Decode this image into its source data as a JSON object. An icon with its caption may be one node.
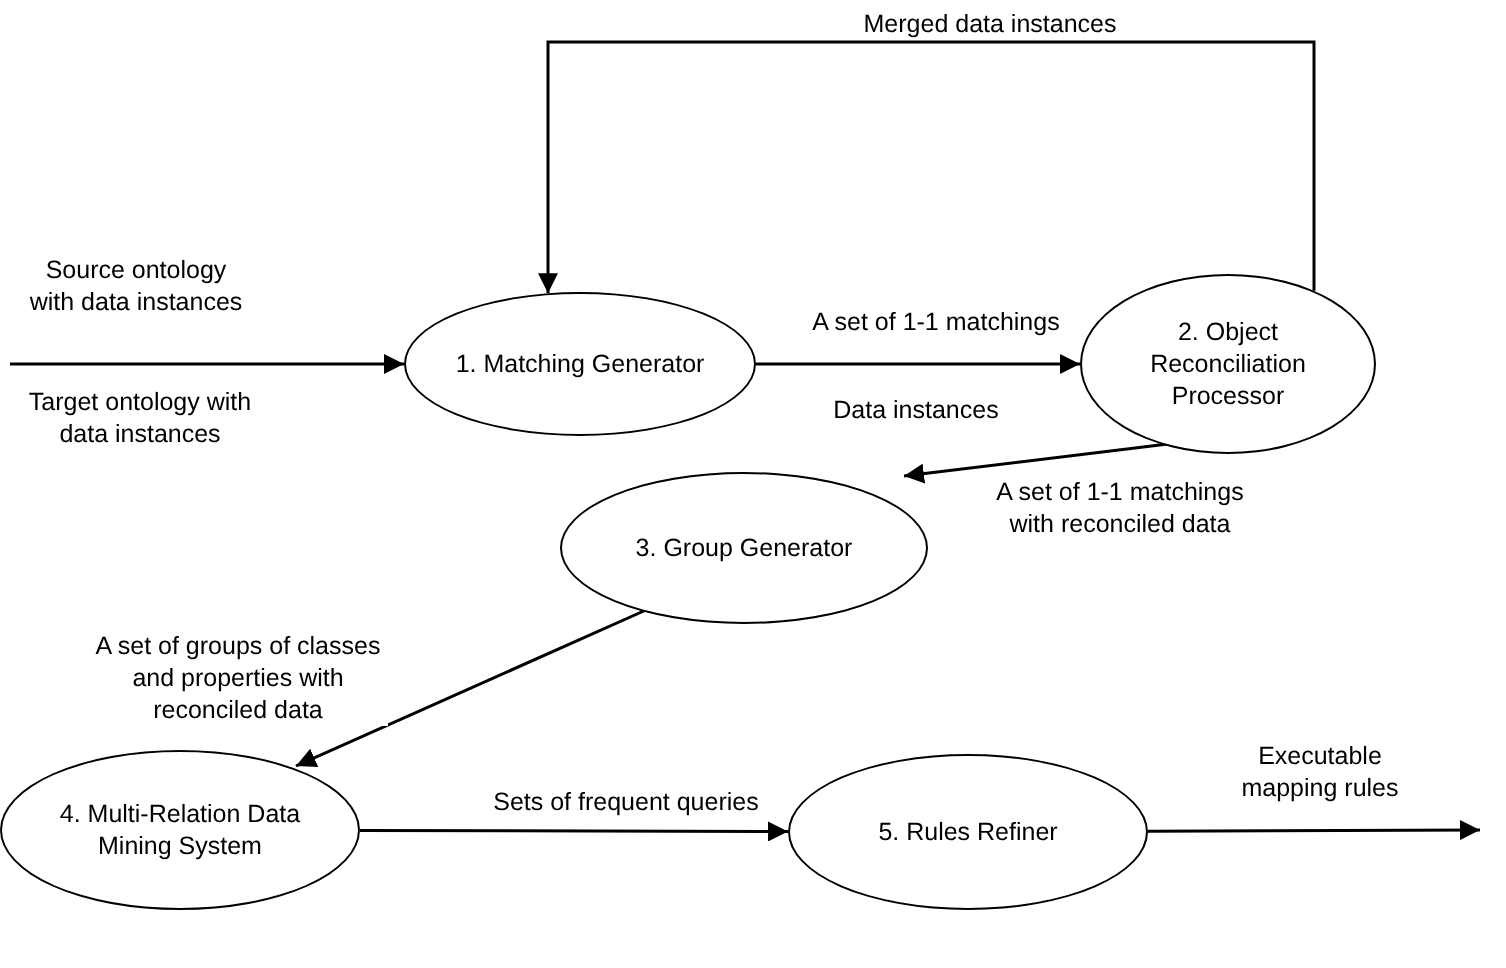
{
  "diagram": {
    "nodes": [
      {
        "text": [
          "1. Matching Generator"
        ]
      },
      {
        "text": [
          "2. Object Reconciliation Processor"
        ]
      },
      {
        "text": [
          "3. Group Generator"
        ]
      },
      {
        "text": [
          "4. Multi-Relation Data Mining System"
        ]
      },
      {
        "text": [
          "5. Rules Refiner"
        ]
      }
    ],
    "edges": [
      {
        "from": null,
        "to": 0,
        "arrow": "to",
        "label": "Source ontology with data instances"
      },
      {
        "from": 0,
        "to": 1,
        "arrow": "to",
        "label": "A set of 1-1 matchings"
      },
      {
        "from": 1,
        "to": 0,
        "arrow": "to",
        "label": "Merged data instances"
      },
      {
        "from": 1,
        "to": 2,
        "arrow": "to",
        "label": "A set of 1-1 matchings with reconciled data"
      },
      {
        "from": 2,
        "to": 3,
        "arrow": "to",
        "label": "A set of groups of classes and properties with reconciled data"
      },
      {
        "from": 3,
        "to": 4,
        "arrow": "to",
        "label": "Sets of frequent queries"
      },
      {
        "from": 4,
        "to": null,
        "arrow": "to",
        "label": "Executable mapping rules"
      }
    ],
    "labels": [
      "Target ontology with data instances",
      "Data instances"
    ]
  }
}
